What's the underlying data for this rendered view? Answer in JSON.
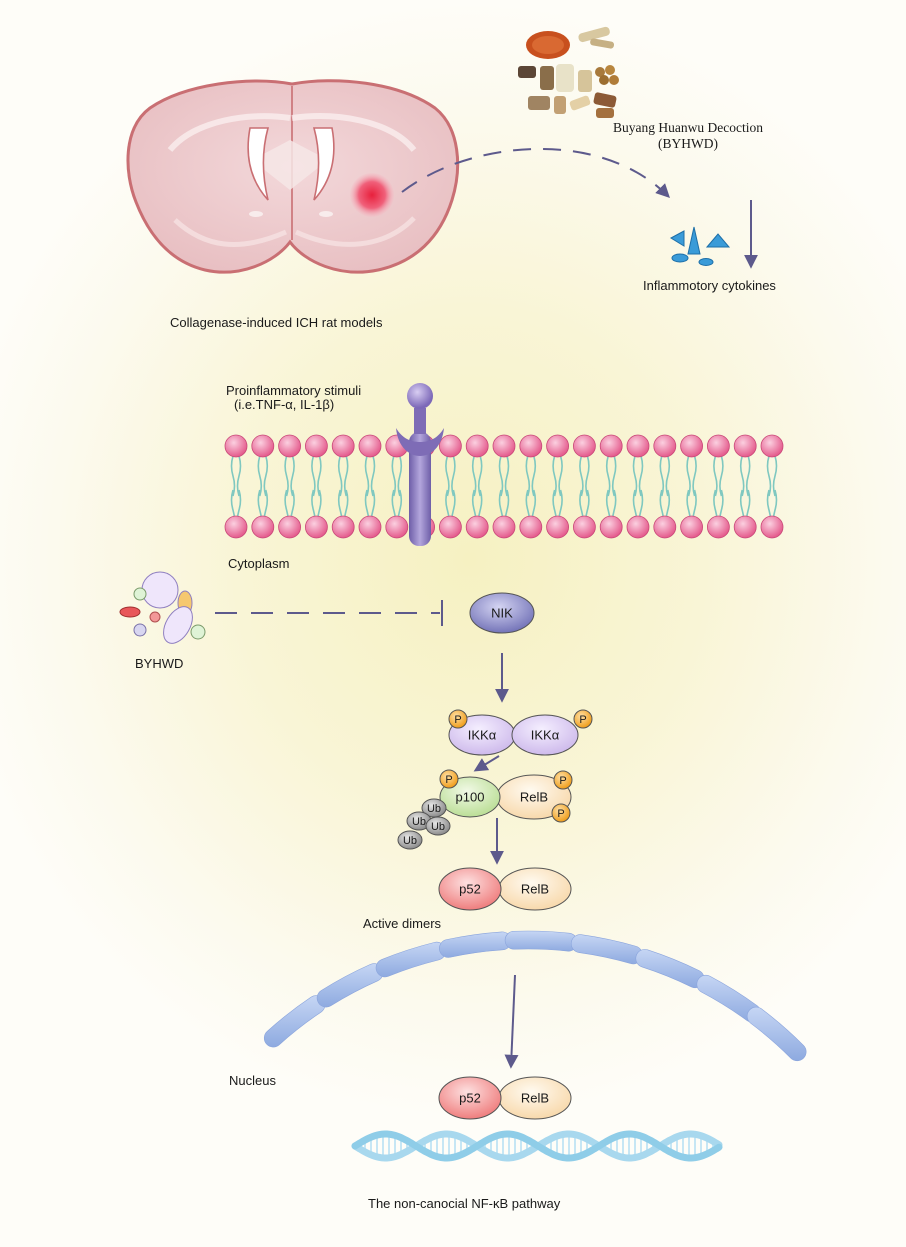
{
  "labels": {
    "herb": "Buyang Huanwu Decoction",
    "herb_abbr": "(BYHWD)",
    "cytokines": "Inflammotory cytokines",
    "rat_model": "Collagenase-induced ICH rat models",
    "stimuli": "Proinflammatory stimuli",
    "stimuli_examples": "(i.e.TNF-α, IL-1β)",
    "cytoplasm": "Cytoplasm",
    "byhwd": "BYHWD",
    "active_dimers": "Active dimers",
    "nucleus": "Nucleus",
    "pathway": "The non-canocial NF-κB pathway"
  },
  "molecules": {
    "nik": "NIK",
    "ikka": "IKKα",
    "p100": "p100",
    "relb": "RelB",
    "p52": "p52",
    "phospho": "P",
    "ubiquitin": "Ub"
  },
  "colors": {
    "arrow": "#5d5a8c",
    "membrane_head": "#e86a98",
    "membrane_tail": "#7fc8c0",
    "receptor": "#8a78b8",
    "nik": "#8c8cc8",
    "ikka": "#ddcdf0",
    "p100": "#d8ecc0",
    "relb": "#fbe6c8",
    "p52": "#f08c8c",
    "phospho": "#f5a623",
    "ubiquitin": "#9a9a9a",
    "nuclear_envelope": "#9fb8e6",
    "dna": "#a8d8ee"
  }
}
